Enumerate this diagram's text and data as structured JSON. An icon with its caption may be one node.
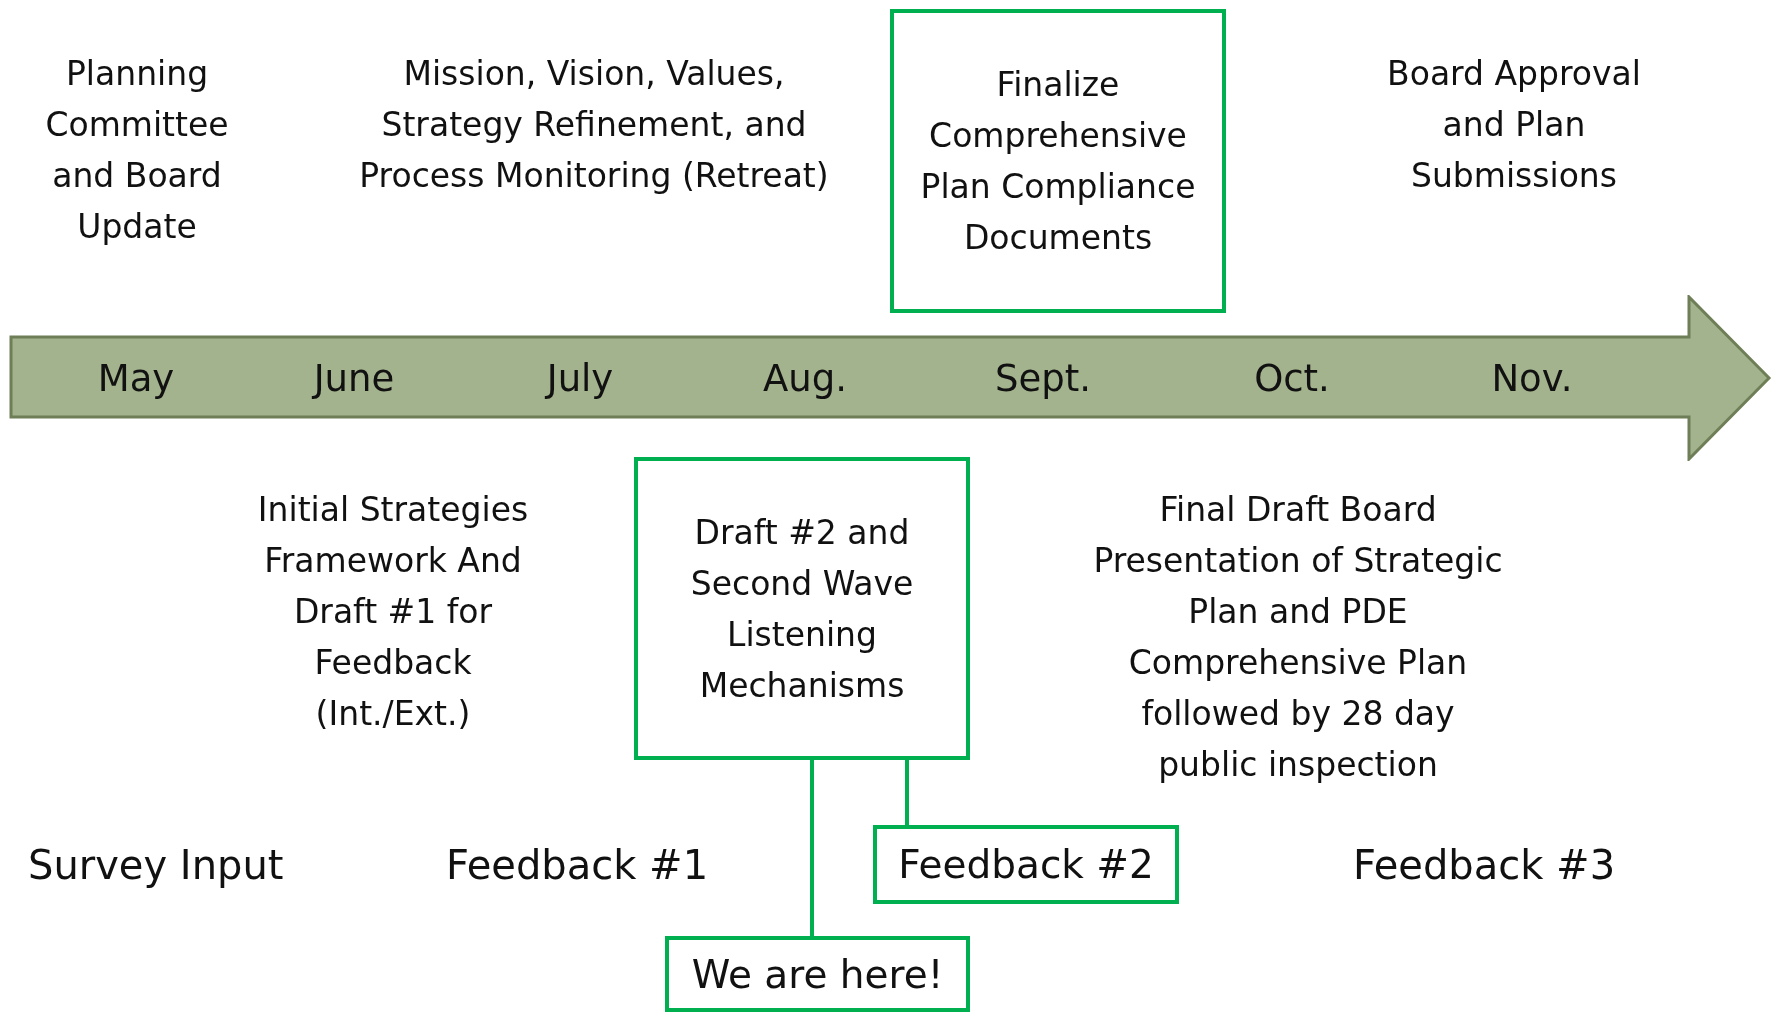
{
  "diagram": {
    "nodes": [
      {
        "text": [
          "May",
          "June",
          "July",
          "Aug.",
          "Sept.",
          "Oct.",
          "Nov."
        ]
      },
      {
        "text": [
          "Finalize Comprehensive Plan Compliance Documents"
        ]
      },
      {
        "text": [
          "Draft #2 and Second Wave Listening Mechanisms"
        ]
      },
      {
        "text": [
          "Feedback #2"
        ]
      },
      {
        "text": [
          "We are here!"
        ]
      }
    ],
    "edges": [
      {
        "from": 2,
        "to": 4,
        "arrow": "none"
      },
      {
        "from": 2,
        "to": 3,
        "arrow": "none"
      }
    ],
    "labels": [
      "Planning Committee and Board Update",
      "Mission, Vision, Values, Strategy Refinement, and Process Monitoring (Retreat)",
      "Board Approval and Plan Submissions",
      "Initial Strategies Framework And Draft #1 for Feedback (Int./Ext.)",
      "Final Draft Board Presentation of Strategic Plan and PDE Comprehensive Plan followed by 28 day public inspection",
      "Survey Input",
      "Feedback #1",
      "Feedback #3"
    ]
  }
}
